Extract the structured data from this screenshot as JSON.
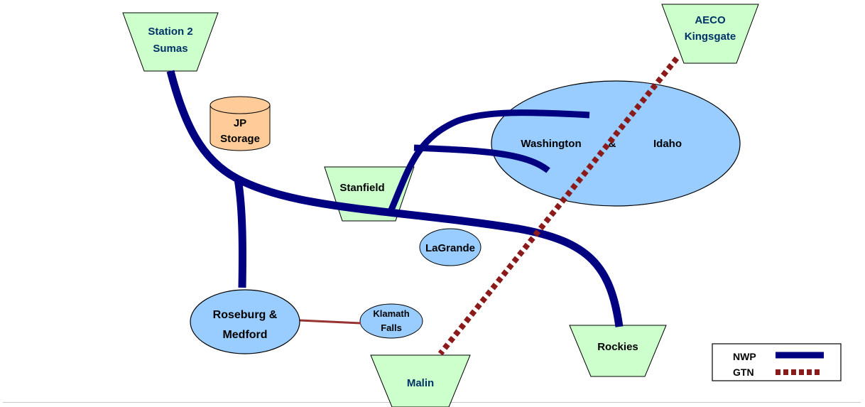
{
  "title": "",
  "colors": {
    "nwp": "#000080",
    "gtn": "#8b1a1a",
    "hub_fill": "#ccffcc",
    "hub_text": "#003366",
    "region_fill": "#99ccff",
    "storage_fill": "#ffcc99",
    "roseburg_link": "#993333"
  },
  "nodes": {
    "station2": {
      "line1": "Station 2",
      "line2": "Sumas"
    },
    "aeco": {
      "line1": "AECO",
      "line2": "Kingsgate"
    },
    "stanfield": {
      "label": "Stanfield"
    },
    "malin": {
      "label": "Malin"
    },
    "rockies": {
      "label": "Rockies"
    },
    "jp_storage": {
      "line1": "JP",
      "line2": "Storage"
    },
    "wa_idaho": {
      "washington": "Washington",
      "amp": "&",
      "idaho": "Idaho"
    },
    "lagrande": {
      "label": "LaGrande"
    },
    "roseburg": {
      "line1": "Roseburg &",
      "line2": "Medford"
    },
    "klamath": {
      "line1": "Klamath",
      "line2": "Falls"
    }
  },
  "legend": {
    "nwp": "NWP",
    "gtn": "GTN"
  }
}
